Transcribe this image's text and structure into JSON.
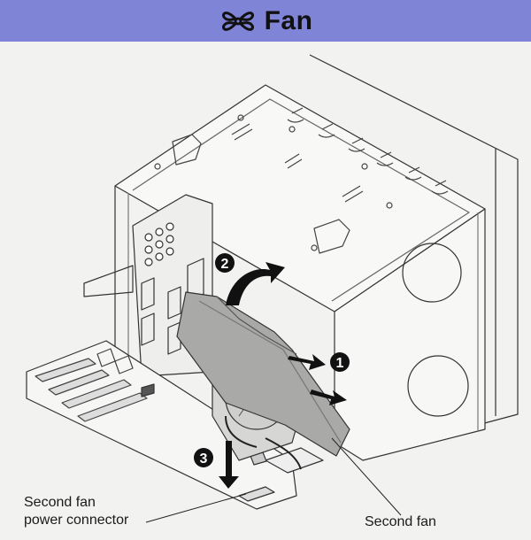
{
  "header": {
    "title": "Fan",
    "icon": "fan-icon",
    "background": "#7f84d6"
  },
  "steps": {
    "step1": "1",
    "step2": "2",
    "step3": "3"
  },
  "labels": {
    "second_fan_connector_line1": "Second fan",
    "second_fan_connector_line2": "power connector",
    "second_fan": "Second fan"
  }
}
